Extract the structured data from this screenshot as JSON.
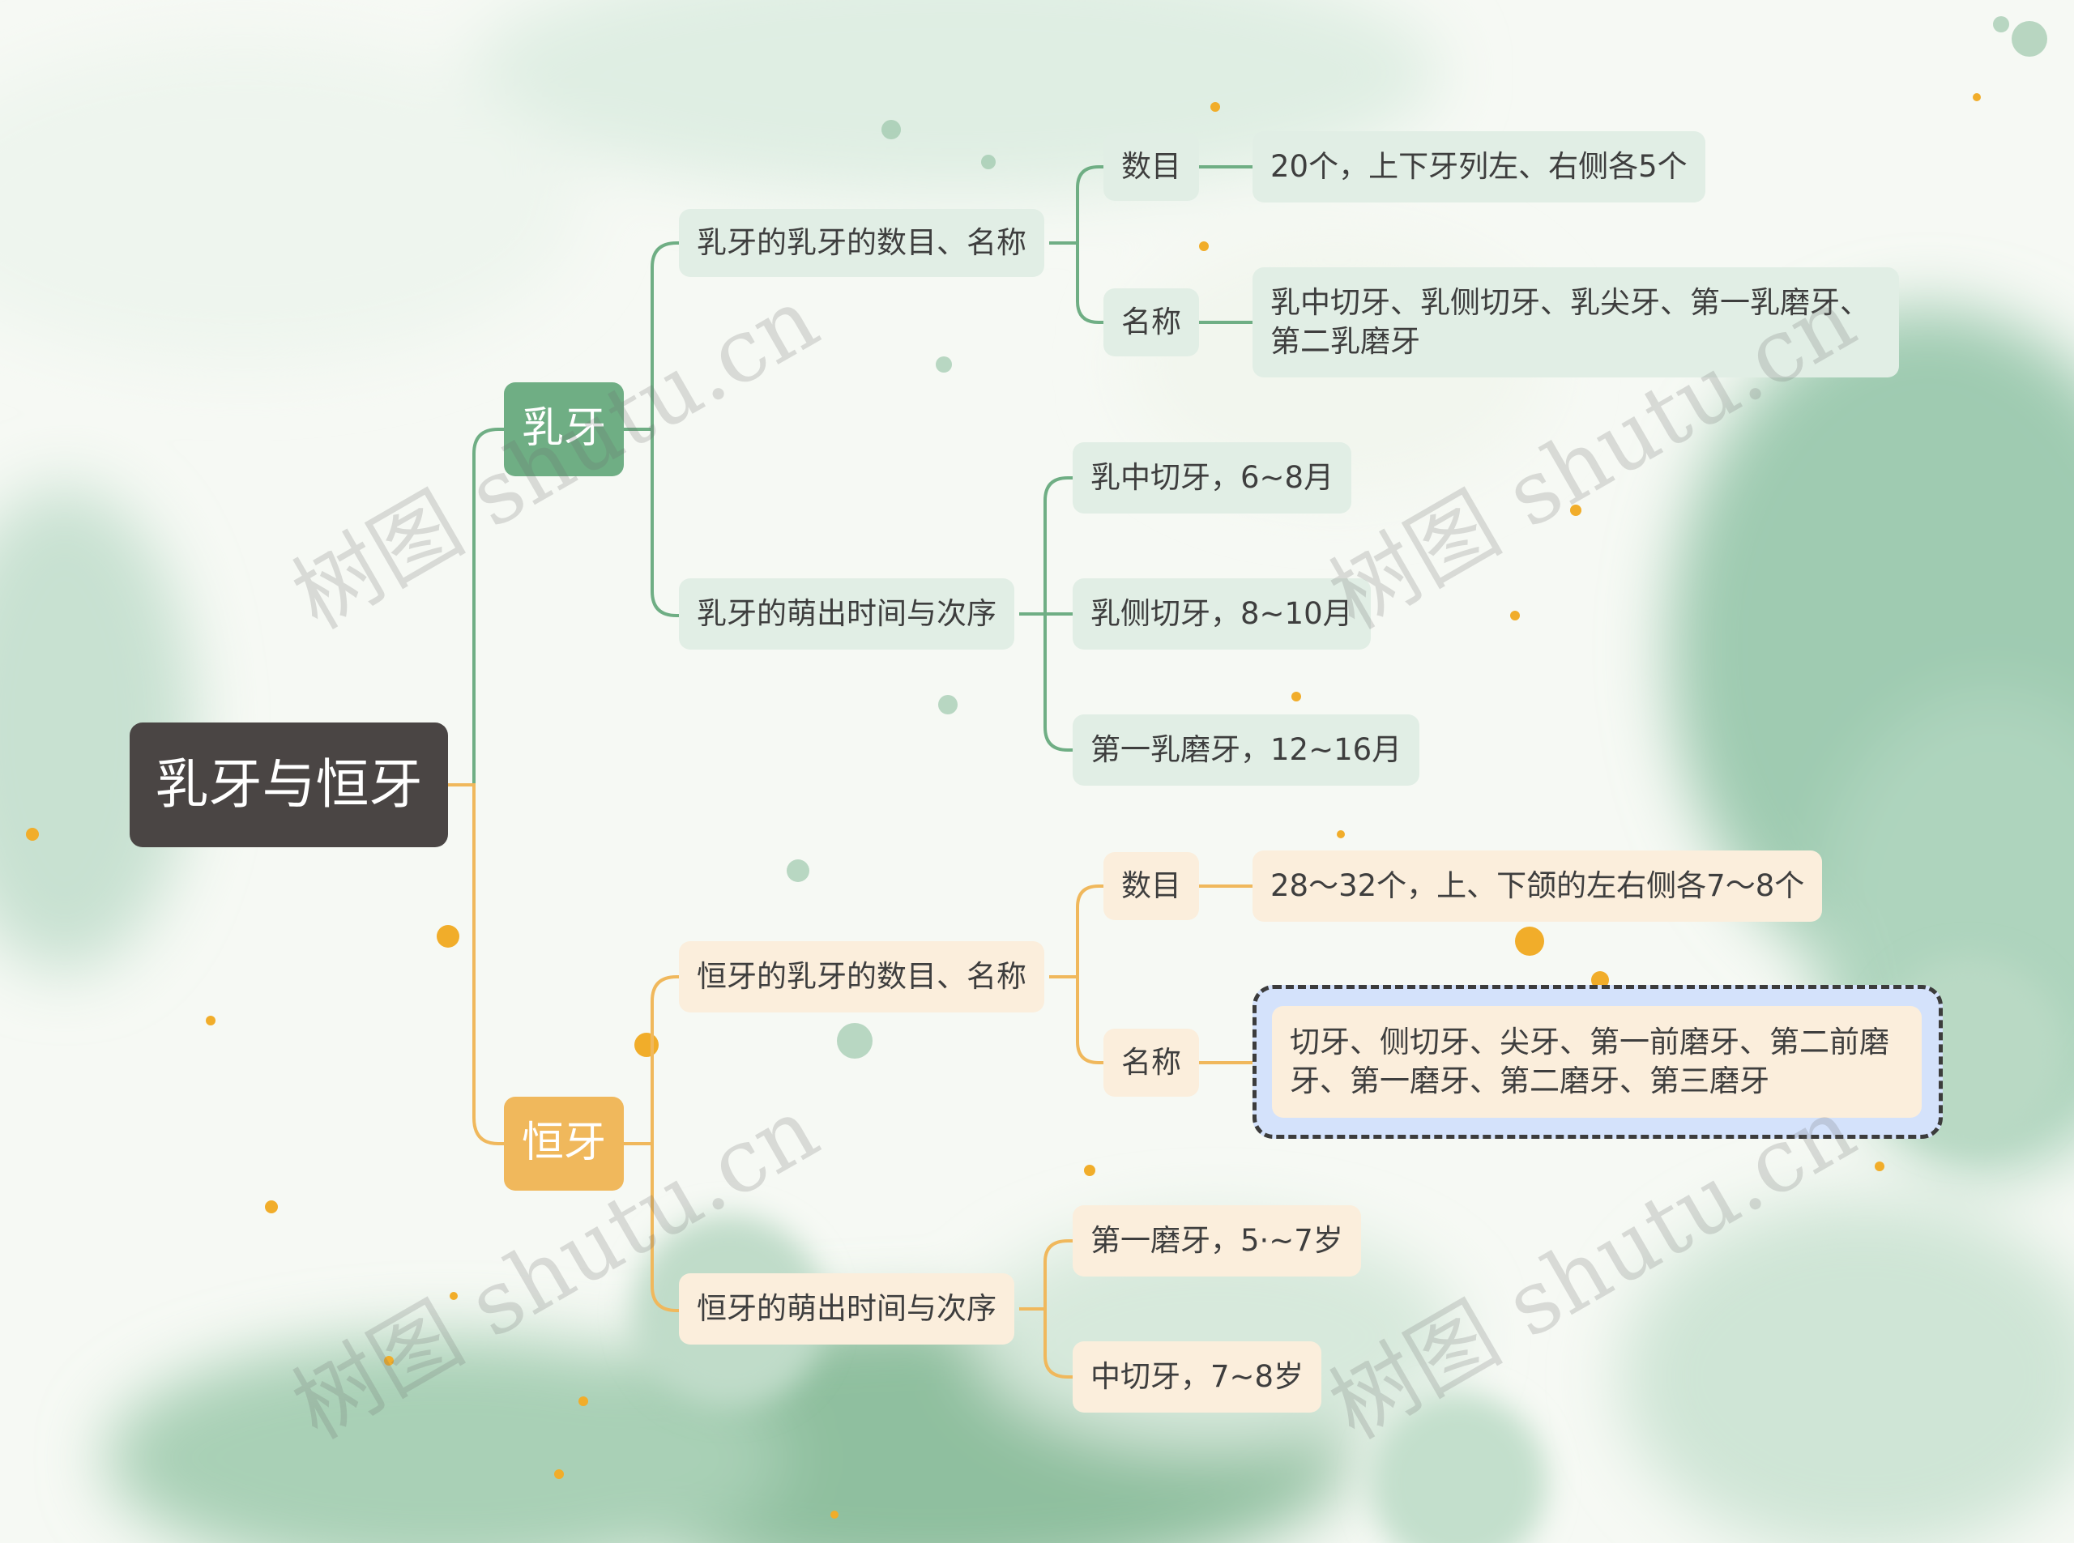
{
  "colors": {
    "root_bg": "#4a4544",
    "branch_green": "#6fae84",
    "branch_orange": "#f0b85c",
    "node_green_bg": "#e1eee5",
    "node_orange_bg": "#fbeedc",
    "highlight_bg": "#d4e2fb"
  },
  "watermark": "树图 shutu.cn",
  "root": "乳牙与恒牙",
  "primary": {
    "label": "乳牙",
    "count_name": {
      "label": "乳牙的乳牙的数目、名称",
      "count": {
        "label": "数目",
        "value": "20个，上下牙列左、右侧各5个"
      },
      "name": {
        "label": "名称",
        "value": "乳中切牙、乳侧切牙、乳尖牙、第一乳磨牙、第二乳磨牙"
      }
    },
    "eruption": {
      "label": "乳牙的萌出时间与次序",
      "items": [
        "乳中切牙，6~8月",
        "乳侧切牙，8~10月",
        "第一乳磨牙，12~16月"
      ]
    }
  },
  "permanent": {
    "label": "恒牙",
    "count_name": {
      "label": "恒牙的乳牙的数目、名称",
      "count": {
        "label": "数目",
        "value": "28～32个，上、下颌的左右侧各7～8个"
      },
      "name": {
        "label": "名称",
        "value": "切牙、侧切牙、尖牙、第一前磨牙、第二前磨牙、第一磨牙、第二磨牙、第三磨牙"
      }
    },
    "eruption": {
      "label": "恒牙的萌出时间与次序",
      "items": [
        "第一磨牙，5·~7岁",
        "中切牙，7~8岁"
      ]
    }
  }
}
